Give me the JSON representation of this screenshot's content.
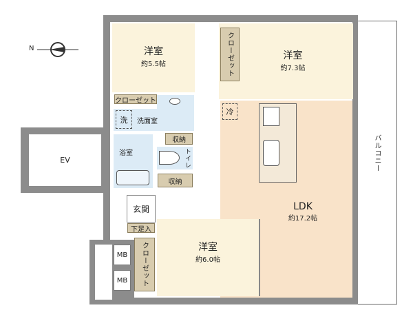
{
  "compass": {
    "north": "N"
  },
  "rooms": {
    "western1": {
      "name": "洋室",
      "size": "約5.5帖"
    },
    "western2": {
      "name": "洋室",
      "size": "約7.3帖"
    },
    "western3": {
      "name": "洋室",
      "size": "約6.0帖"
    },
    "ldk": {
      "name": "LDK",
      "size": "約17.2帖"
    },
    "washroom": "洗面室",
    "wash_mark": "洗",
    "bath": "浴室",
    "toilet": "トイレ",
    "entrance": "玄関",
    "shoe": "下足入",
    "fridge": "冷",
    "storage1": "収納",
    "storage2": "収納",
    "closet_h": "クローゼット",
    "closet_v1": "クローゼット",
    "closet_v2": "クローゼット",
    "ev": "EV",
    "mb1": "MB",
    "mb2": "MB",
    "balcony": "バルコニー"
  }
}
